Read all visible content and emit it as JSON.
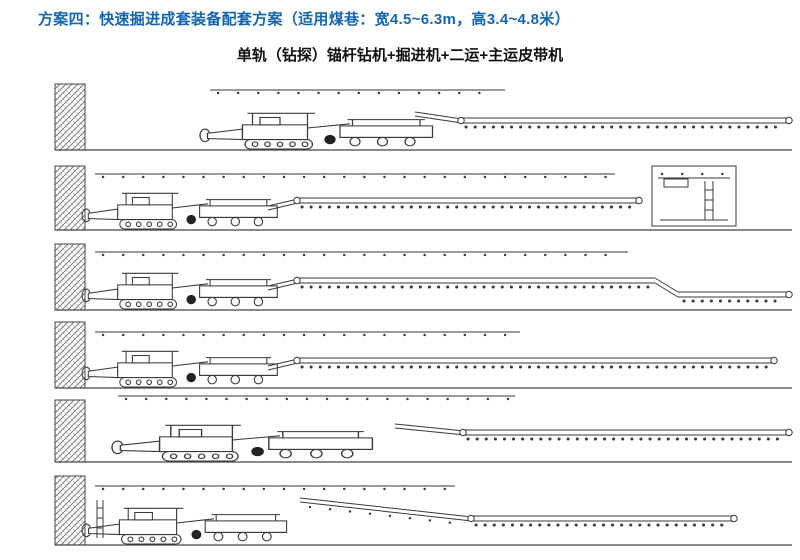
{
  "header": {
    "title": "方案四：快速掘进成套装备配套方案（适用煤巷：宽4.5~6.3m，高3.4~4.8米）",
    "accent_color": "#1565b0"
  },
  "subtitle": "单轨（钻探）锚杆钻机+掘进机+二运+主运皮带机",
  "diagram": {
    "row_count": 6,
    "line_color": "#3a3a3a",
    "description_names": [
      "tunnel-layout-row-1",
      "tunnel-layout-row-2",
      "tunnel-layout-row-3",
      "tunnel-layout-row-4",
      "tunnel-layout-row-5",
      "tunnel-layout-row-6"
    ]
  }
}
